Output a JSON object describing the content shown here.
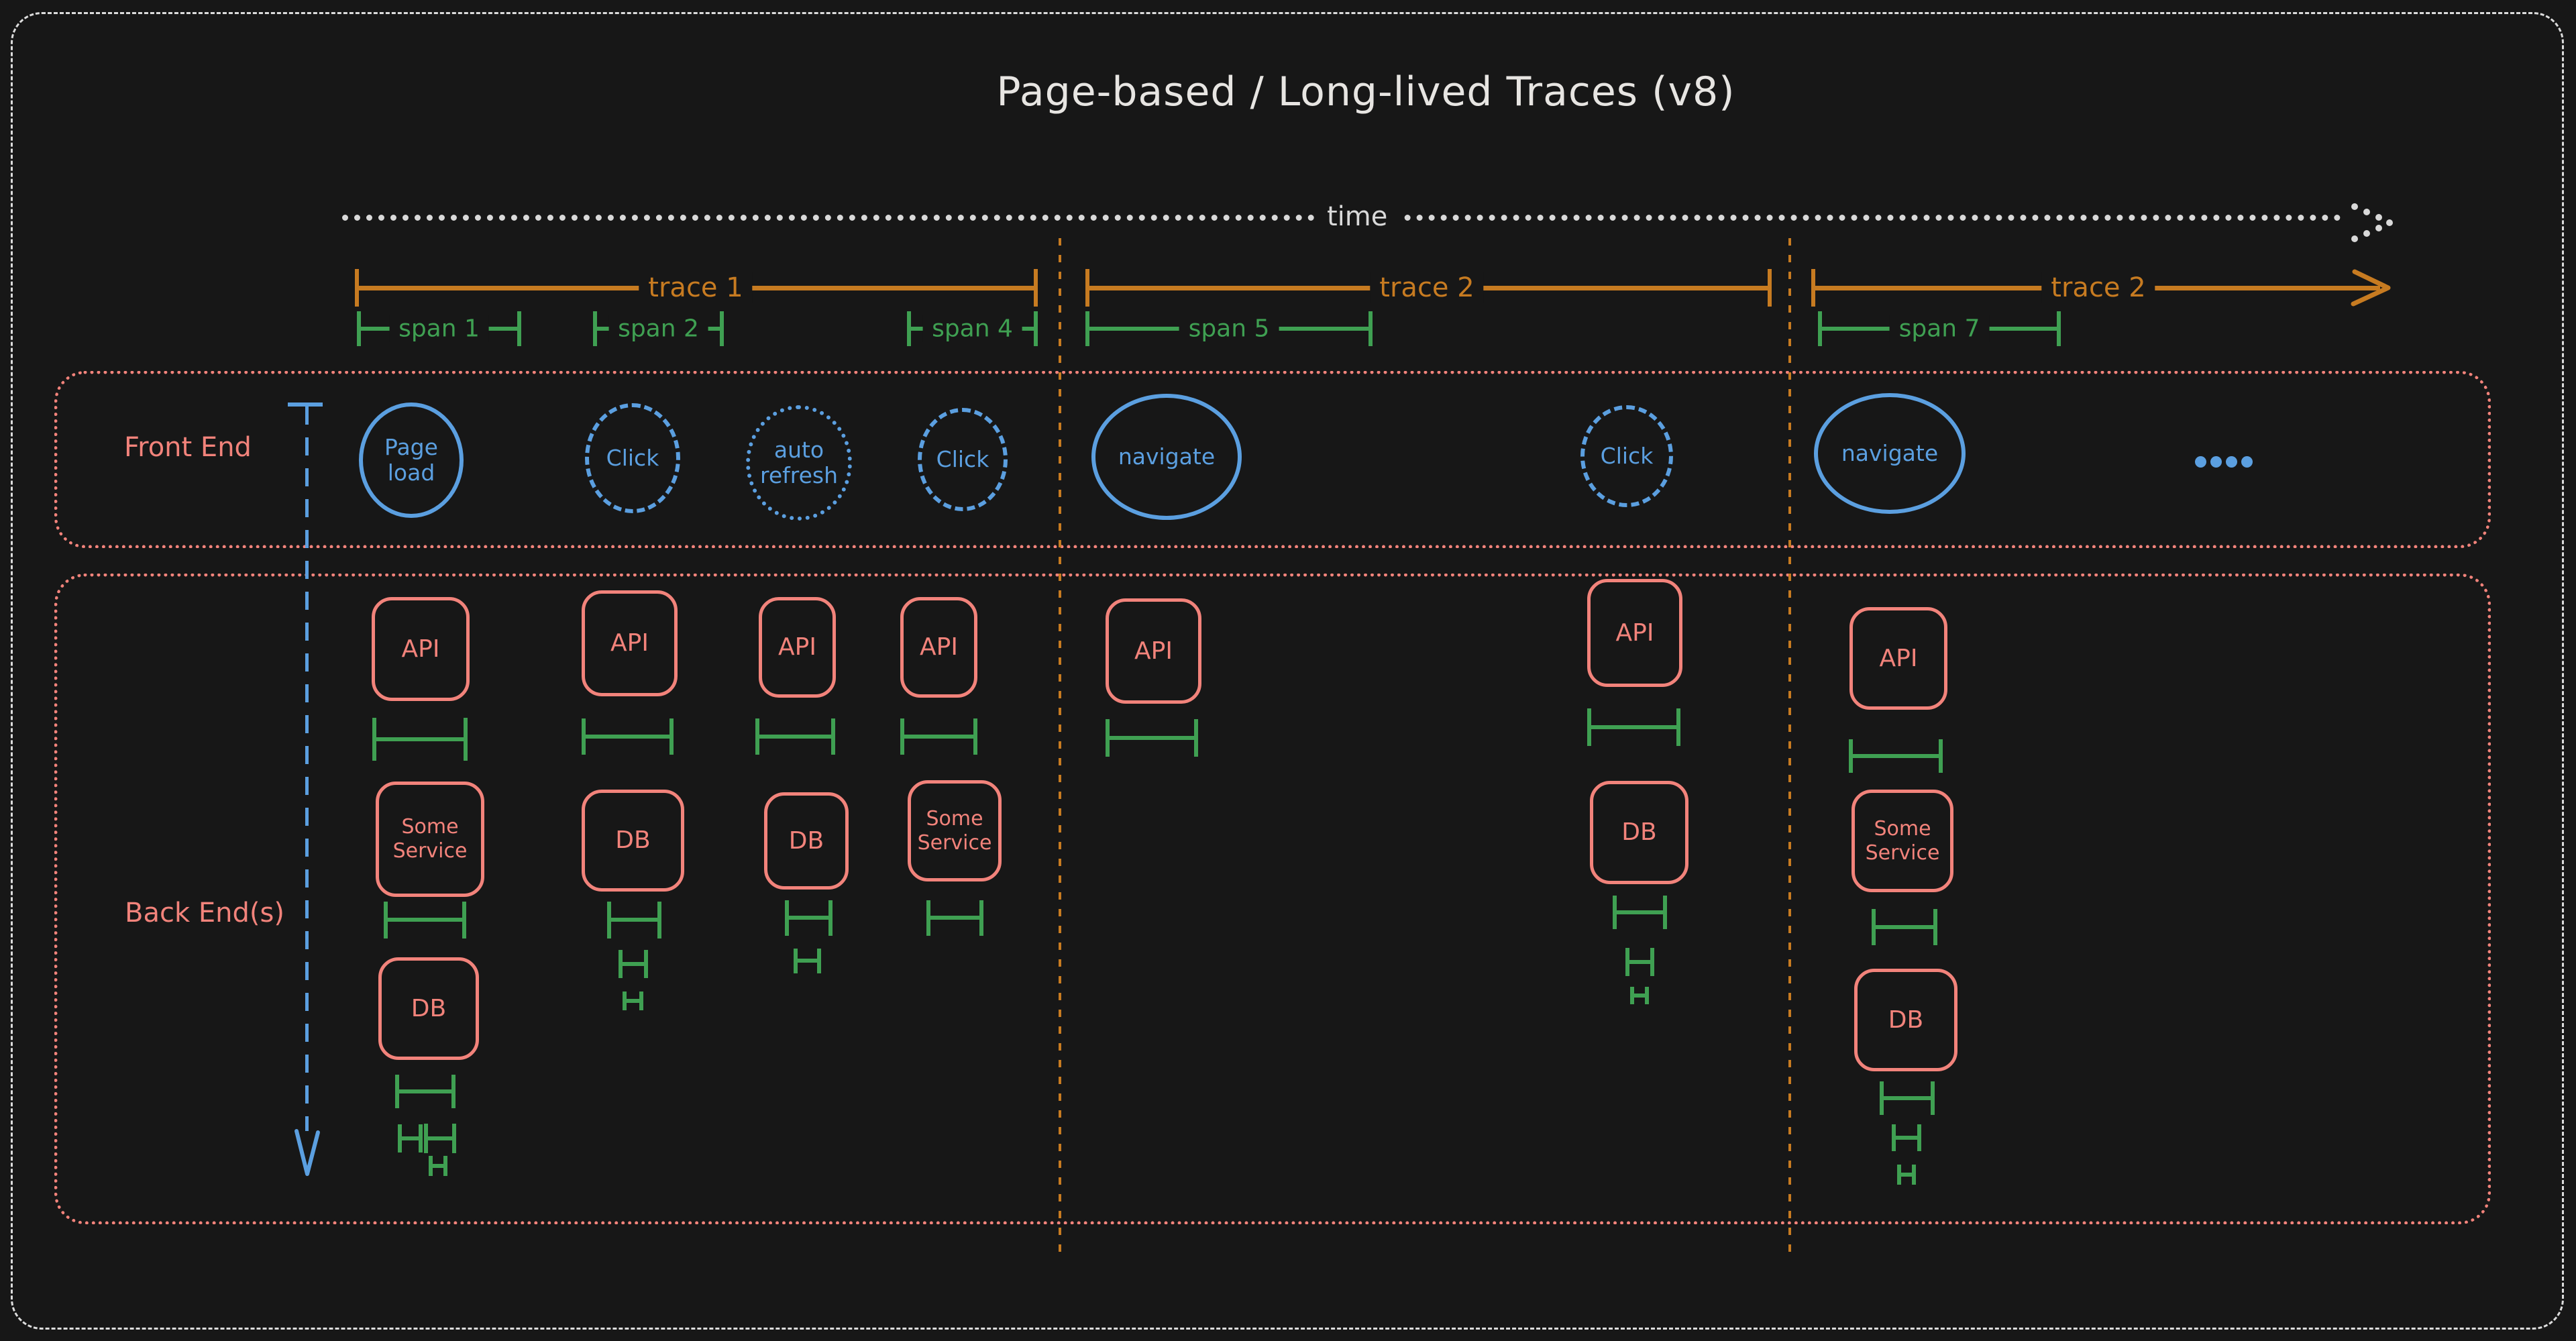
{
  "title": "Page-based / Long-lived Traces (v8)",
  "timeline": {
    "label": "time"
  },
  "traces": [
    {
      "label": "trace 1"
    },
    {
      "label": "trace 2"
    },
    {
      "label": "trace 2"
    }
  ],
  "spans": [
    {
      "label": "span 1"
    },
    {
      "label": "span 2"
    },
    {
      "label": "span 4"
    },
    {
      "label": "span 5"
    },
    {
      "label": "span 7"
    }
  ],
  "frontend": {
    "label": "Front End",
    "events": [
      {
        "label": "Page load",
        "style": "solid"
      },
      {
        "label": "Click",
        "style": "dashed"
      },
      {
        "label": "auto refresh",
        "style": "dotted"
      },
      {
        "label": "Click",
        "style": "dashed"
      },
      {
        "label": "navigate",
        "style": "solid"
      },
      {
        "label": "Click",
        "style": "dashed"
      },
      {
        "label": "navigate",
        "style": "solid"
      }
    ],
    "ellipsis_dots": 4
  },
  "backend": {
    "label": "Back End(s)",
    "columns": [
      {
        "nodes": [
          "API",
          "Some Service",
          "DB"
        ]
      },
      {
        "nodes": [
          "API",
          "DB"
        ]
      },
      {
        "nodes": [
          "API",
          "DB"
        ]
      },
      {
        "nodes": [
          "API",
          "Some Service"
        ]
      },
      {
        "nodes": [
          "API"
        ]
      },
      {
        "nodes": [
          "API",
          "DB"
        ]
      },
      {
        "nodes": [
          "API",
          "Some Service",
          "DB"
        ]
      }
    ]
  },
  "colors": {
    "background": "#171717",
    "canvas_border": "#dcdcdc",
    "timeline": "#d9d9d9",
    "trace": "#c77b21",
    "span": "#3fa052",
    "frontend": "#5b9fe0",
    "backend": "#f2837b"
  }
}
